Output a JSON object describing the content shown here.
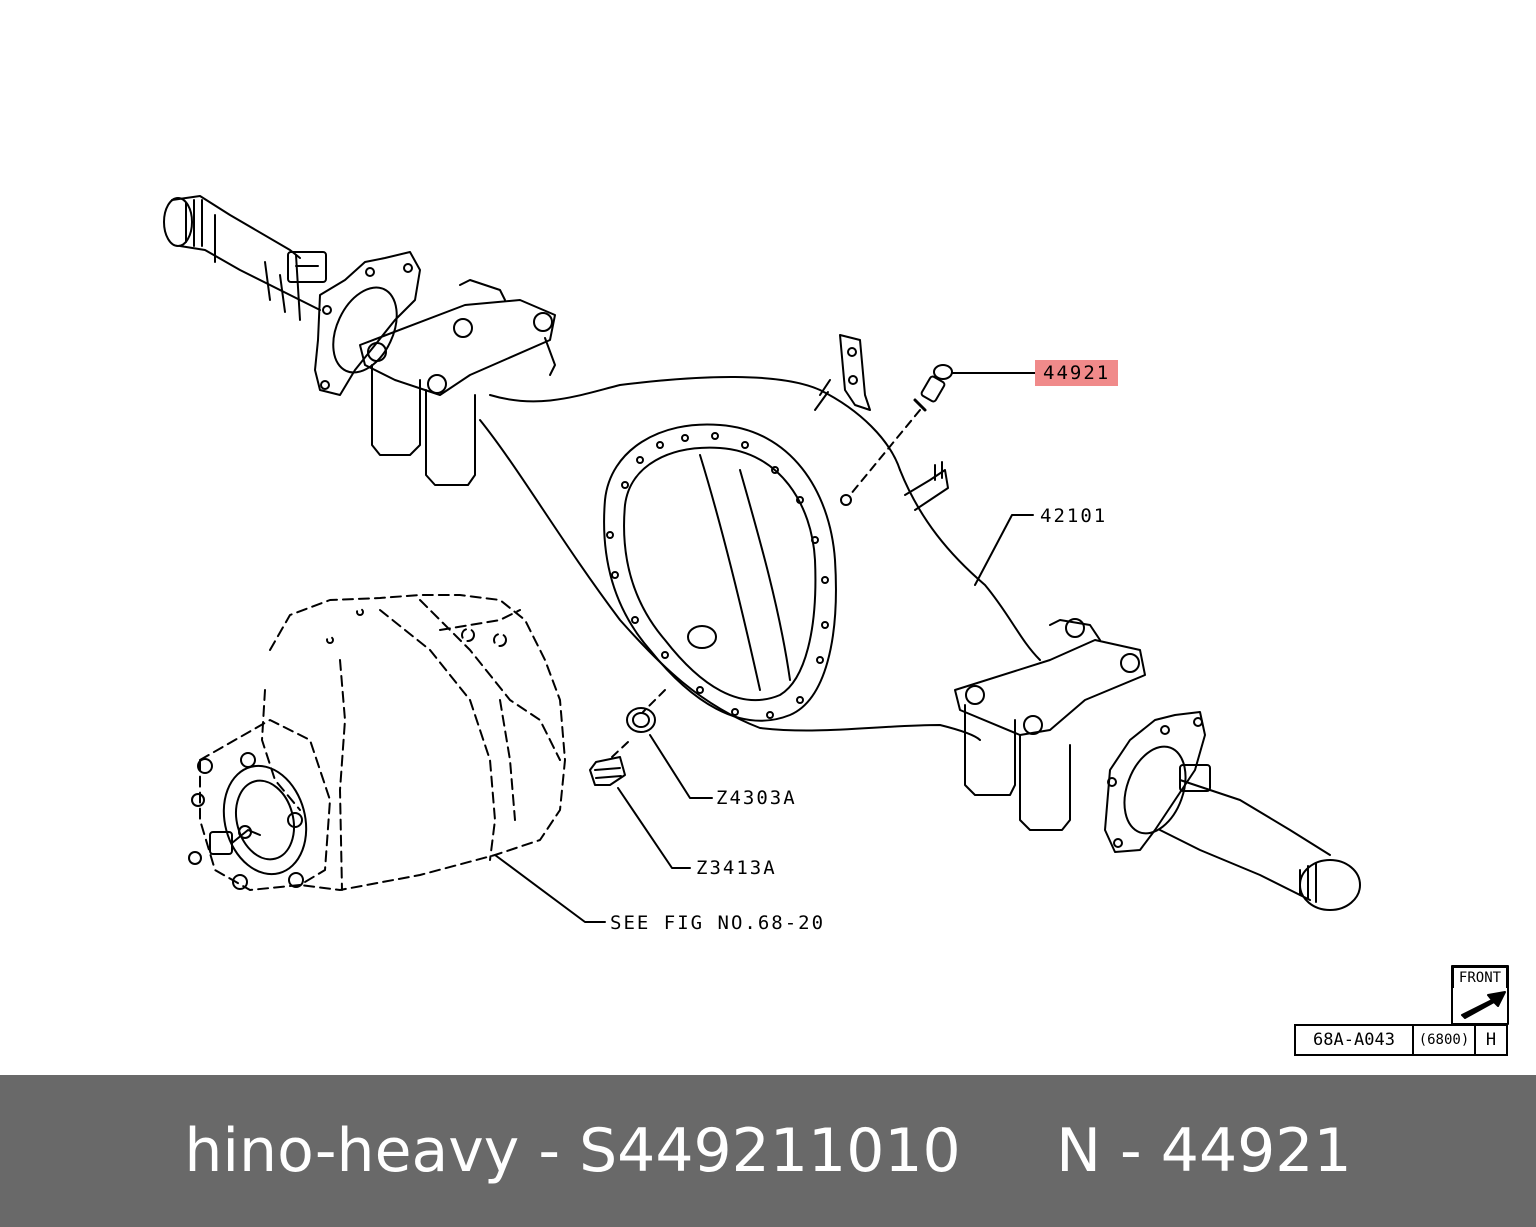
{
  "callouts": {
    "part_44921": "44921",
    "part_42101": "42101",
    "part_z4303a": "Z4303A",
    "part_z3413a": "Z3413A",
    "see_fig": "SEE FIG NO.68-20"
  },
  "reference_box": {
    "front_label": "FRONT",
    "figure_code": "68A-A043",
    "model_code": "(6800)",
    "variant": "H"
  },
  "footer": {
    "text": "hino-heavy - S449211010     N - 44921"
  },
  "colors": {
    "highlight": "#f08a8a",
    "footer_bg": "#696969",
    "footer_text": "#ffffff",
    "line": "#000000"
  },
  "icons": {
    "front_arrow": "front-arrow-icon"
  }
}
